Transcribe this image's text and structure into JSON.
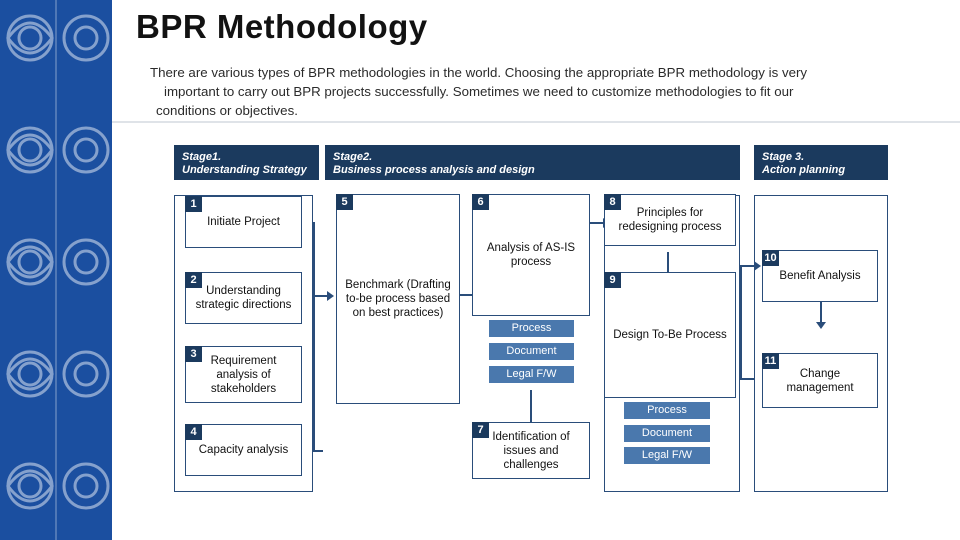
{
  "page": {
    "title": "BPR Methodology",
    "intro_line1": "There are various types of BPR methodologies in the world. Choosing the appropriate BPR methodology is very",
    "intro_line2": "important to carry out BPR projects successfully. Sometimes we need to customize methodologies to fit our",
    "intro_line3": "conditions or objectives."
  },
  "colors": {
    "band": "#1b4fa0",
    "stage_header": "#1b3a5e",
    "box_border": "#2a4d7a",
    "pill": "#4a78ad"
  },
  "stages": [
    {
      "id": "stage1",
      "line1": "Stage1.",
      "line2": "Understanding Strategy"
    },
    {
      "id": "stage2",
      "line1": "Stage2.",
      "line2": "Business process analysis and design"
    },
    {
      "id": "stage3",
      "line1": "Stage 3.",
      "line2": "Action planning"
    }
  ],
  "boxes": [
    {
      "id": "initiate-project",
      "num": "1",
      "label": "Initiate Project"
    },
    {
      "id": "understanding-strategic",
      "num": "2",
      "label": "Understanding strategic directions"
    },
    {
      "id": "requirement-analysis",
      "num": "3",
      "label": "Requirement analysis of stakeholders"
    },
    {
      "id": "capacity-analysis",
      "num": "4",
      "label": "Capacity analysis"
    },
    {
      "id": "benchmark",
      "num": "5",
      "label": "Benchmark (Drafting to-be process based on best practices)"
    },
    {
      "id": "analysis-as-is",
      "num": "6",
      "label": "Analysis of AS-IS process"
    },
    {
      "id": "identification-issues",
      "num": "7",
      "label": "Identification of issues and challenges"
    },
    {
      "id": "principles-redesign",
      "num": "8",
      "label": "Principles for redesigning process"
    },
    {
      "id": "design-to-be",
      "num": "9",
      "label": "Design To-Be Process"
    },
    {
      "id": "benefit-analysis",
      "num": "10",
      "label": "Benefit Analysis"
    },
    {
      "id": "change-management",
      "num": "11",
      "label": "Change management"
    }
  ],
  "pills_group_a": [
    {
      "id": "pill-a-process",
      "label": "Process"
    },
    {
      "id": "pill-a-document",
      "label": "Document"
    },
    {
      "id": "pill-a-legal",
      "label": "Legal F/W"
    }
  ],
  "pills_group_b": [
    {
      "id": "pill-b-process",
      "label": "Process"
    },
    {
      "id": "pill-b-document",
      "label": "Document"
    },
    {
      "id": "pill-b-legal",
      "label": "Legal F/W"
    }
  ]
}
